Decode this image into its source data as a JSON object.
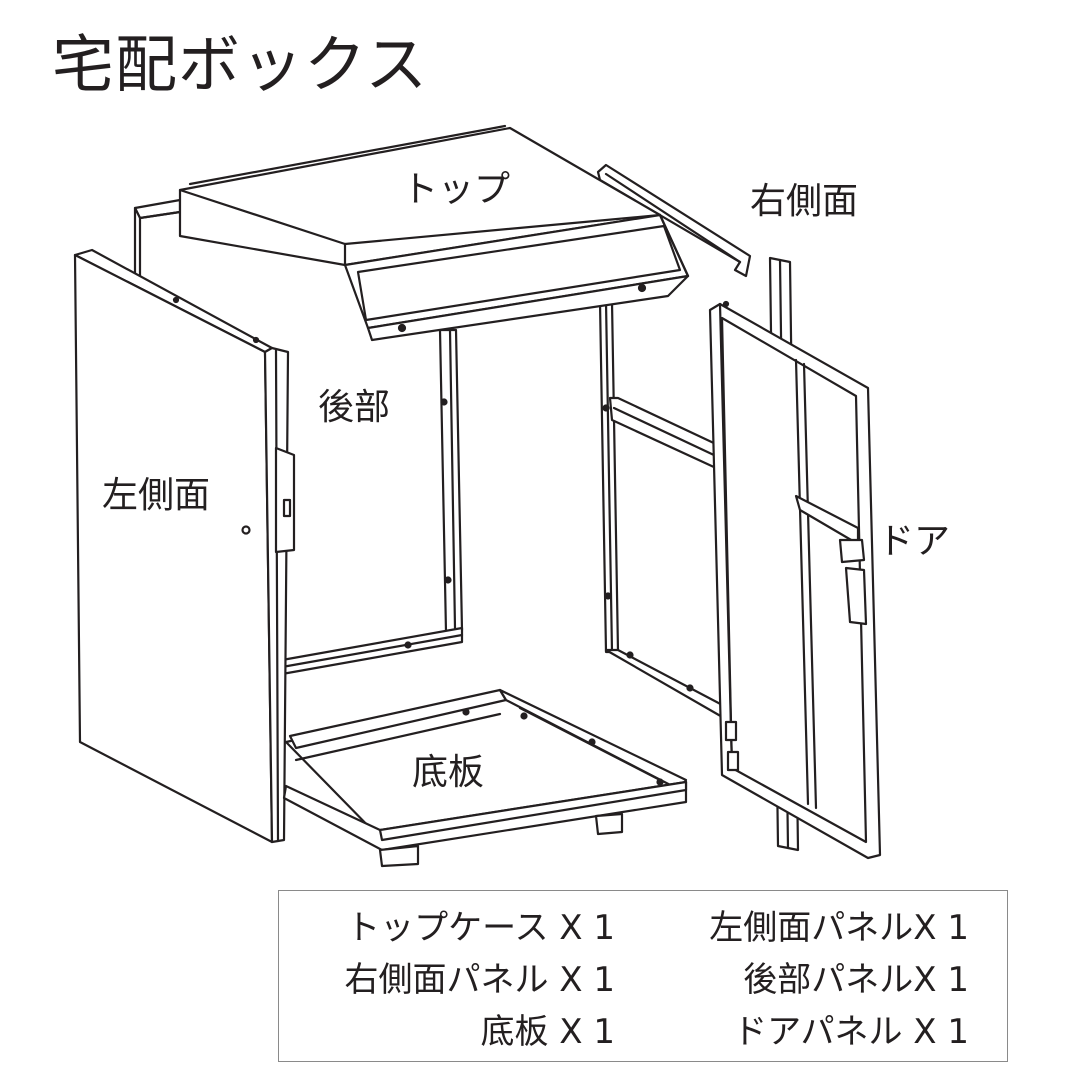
{
  "title": "宅配ボックス",
  "labels": {
    "top": "トップ",
    "right_side": "右側面",
    "back": "後部",
    "left_side": "左側面",
    "door": "ドア",
    "bottom": "底板"
  },
  "parts_list": [
    {
      "name": "トップケース",
      "qty": "X 1"
    },
    {
      "name": "左側面パネル",
      "qty": "X 1"
    },
    {
      "name": "右側面パネル",
      "qty": "X 1"
    },
    {
      "name": "後部パネル",
      "qty": "X 1"
    },
    {
      "name": "底板",
      "qty": "X 1"
    },
    {
      "name": "ドアパネル",
      "qty": "X 1"
    }
  ],
  "colors": {
    "line": "#231f20",
    "frame": "#8a8a8a"
  }
}
